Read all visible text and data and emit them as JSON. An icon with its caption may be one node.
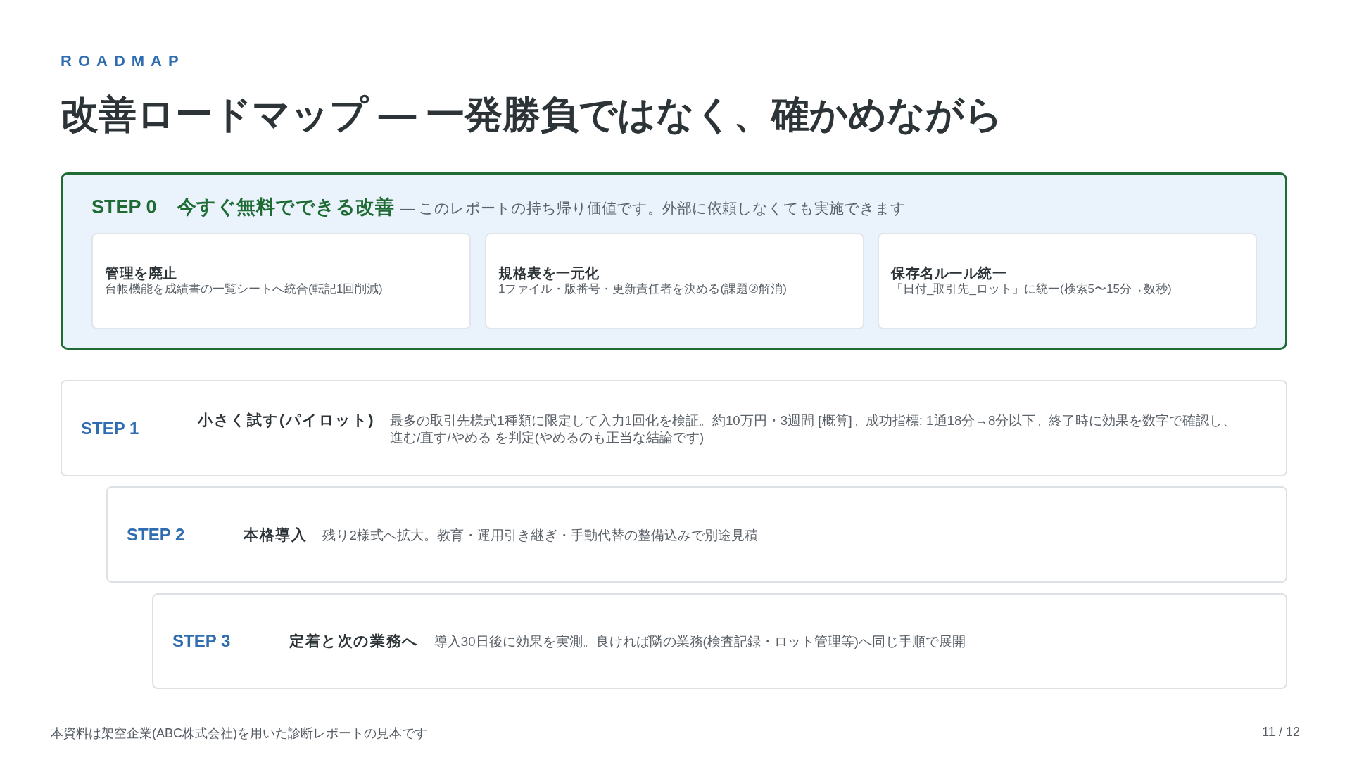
{
  "diagram": {
    "title": "改善ロードマップ — 一発勝負ではなく、確かめながら",
    "nodes": [
      {
        "text": [
          "STEP 0",
          "今すぐ無料でできる改善",
          "— このレポートの持ち帰り価値です。外部に依頼しなくても実施できます"
        ]
      },
      {
        "text": [
          "管理を廃止",
          "台帳機能を成績書の一覧シートへ統合(転記1回削減)"
        ],
        "in": 0
      },
      {
        "text": [
          "規格表を一元化",
          "1ファイル・版番号・更新責任者を決める(課題②解消)"
        ],
        "in": 0
      },
      {
        "text": [
          "保存名ルール統一",
          "「日付_取引先_ロット」に統一(検索5〜15分→数秒)"
        ],
        "in": 0
      },
      {
        "text": [
          "STEP 1",
          "小さく試す(パイロット)",
          "最多の取引先様式1種類に限定して入力1回化を検証。約10万円・3週間 [概算]。成功指標: 1通18分→8分以下。終了時に効果を数字で確認し、進む/直す/やめる を判定(やめるのも正当な結論です)"
        ]
      },
      {
        "text": [
          "STEP 2",
          "本格導入",
          "残り2様式へ拡大。教育・運用引き継ぎ・手動代替の整備込みで別途見積"
        ]
      },
      {
        "text": [
          "STEP 3",
          "定着と次の業務へ",
          "導入30日後に効果を実測。良ければ隣の業務(検査記録・ロット管理等)へ同じ手順で展開"
        ]
      }
    ],
    "labels": [
      "ROADMAP",
      "本資料は架空企業(ABC株式会社)を用いた診断レポートの見本です",
      "11 / 12"
    ]
  }
}
